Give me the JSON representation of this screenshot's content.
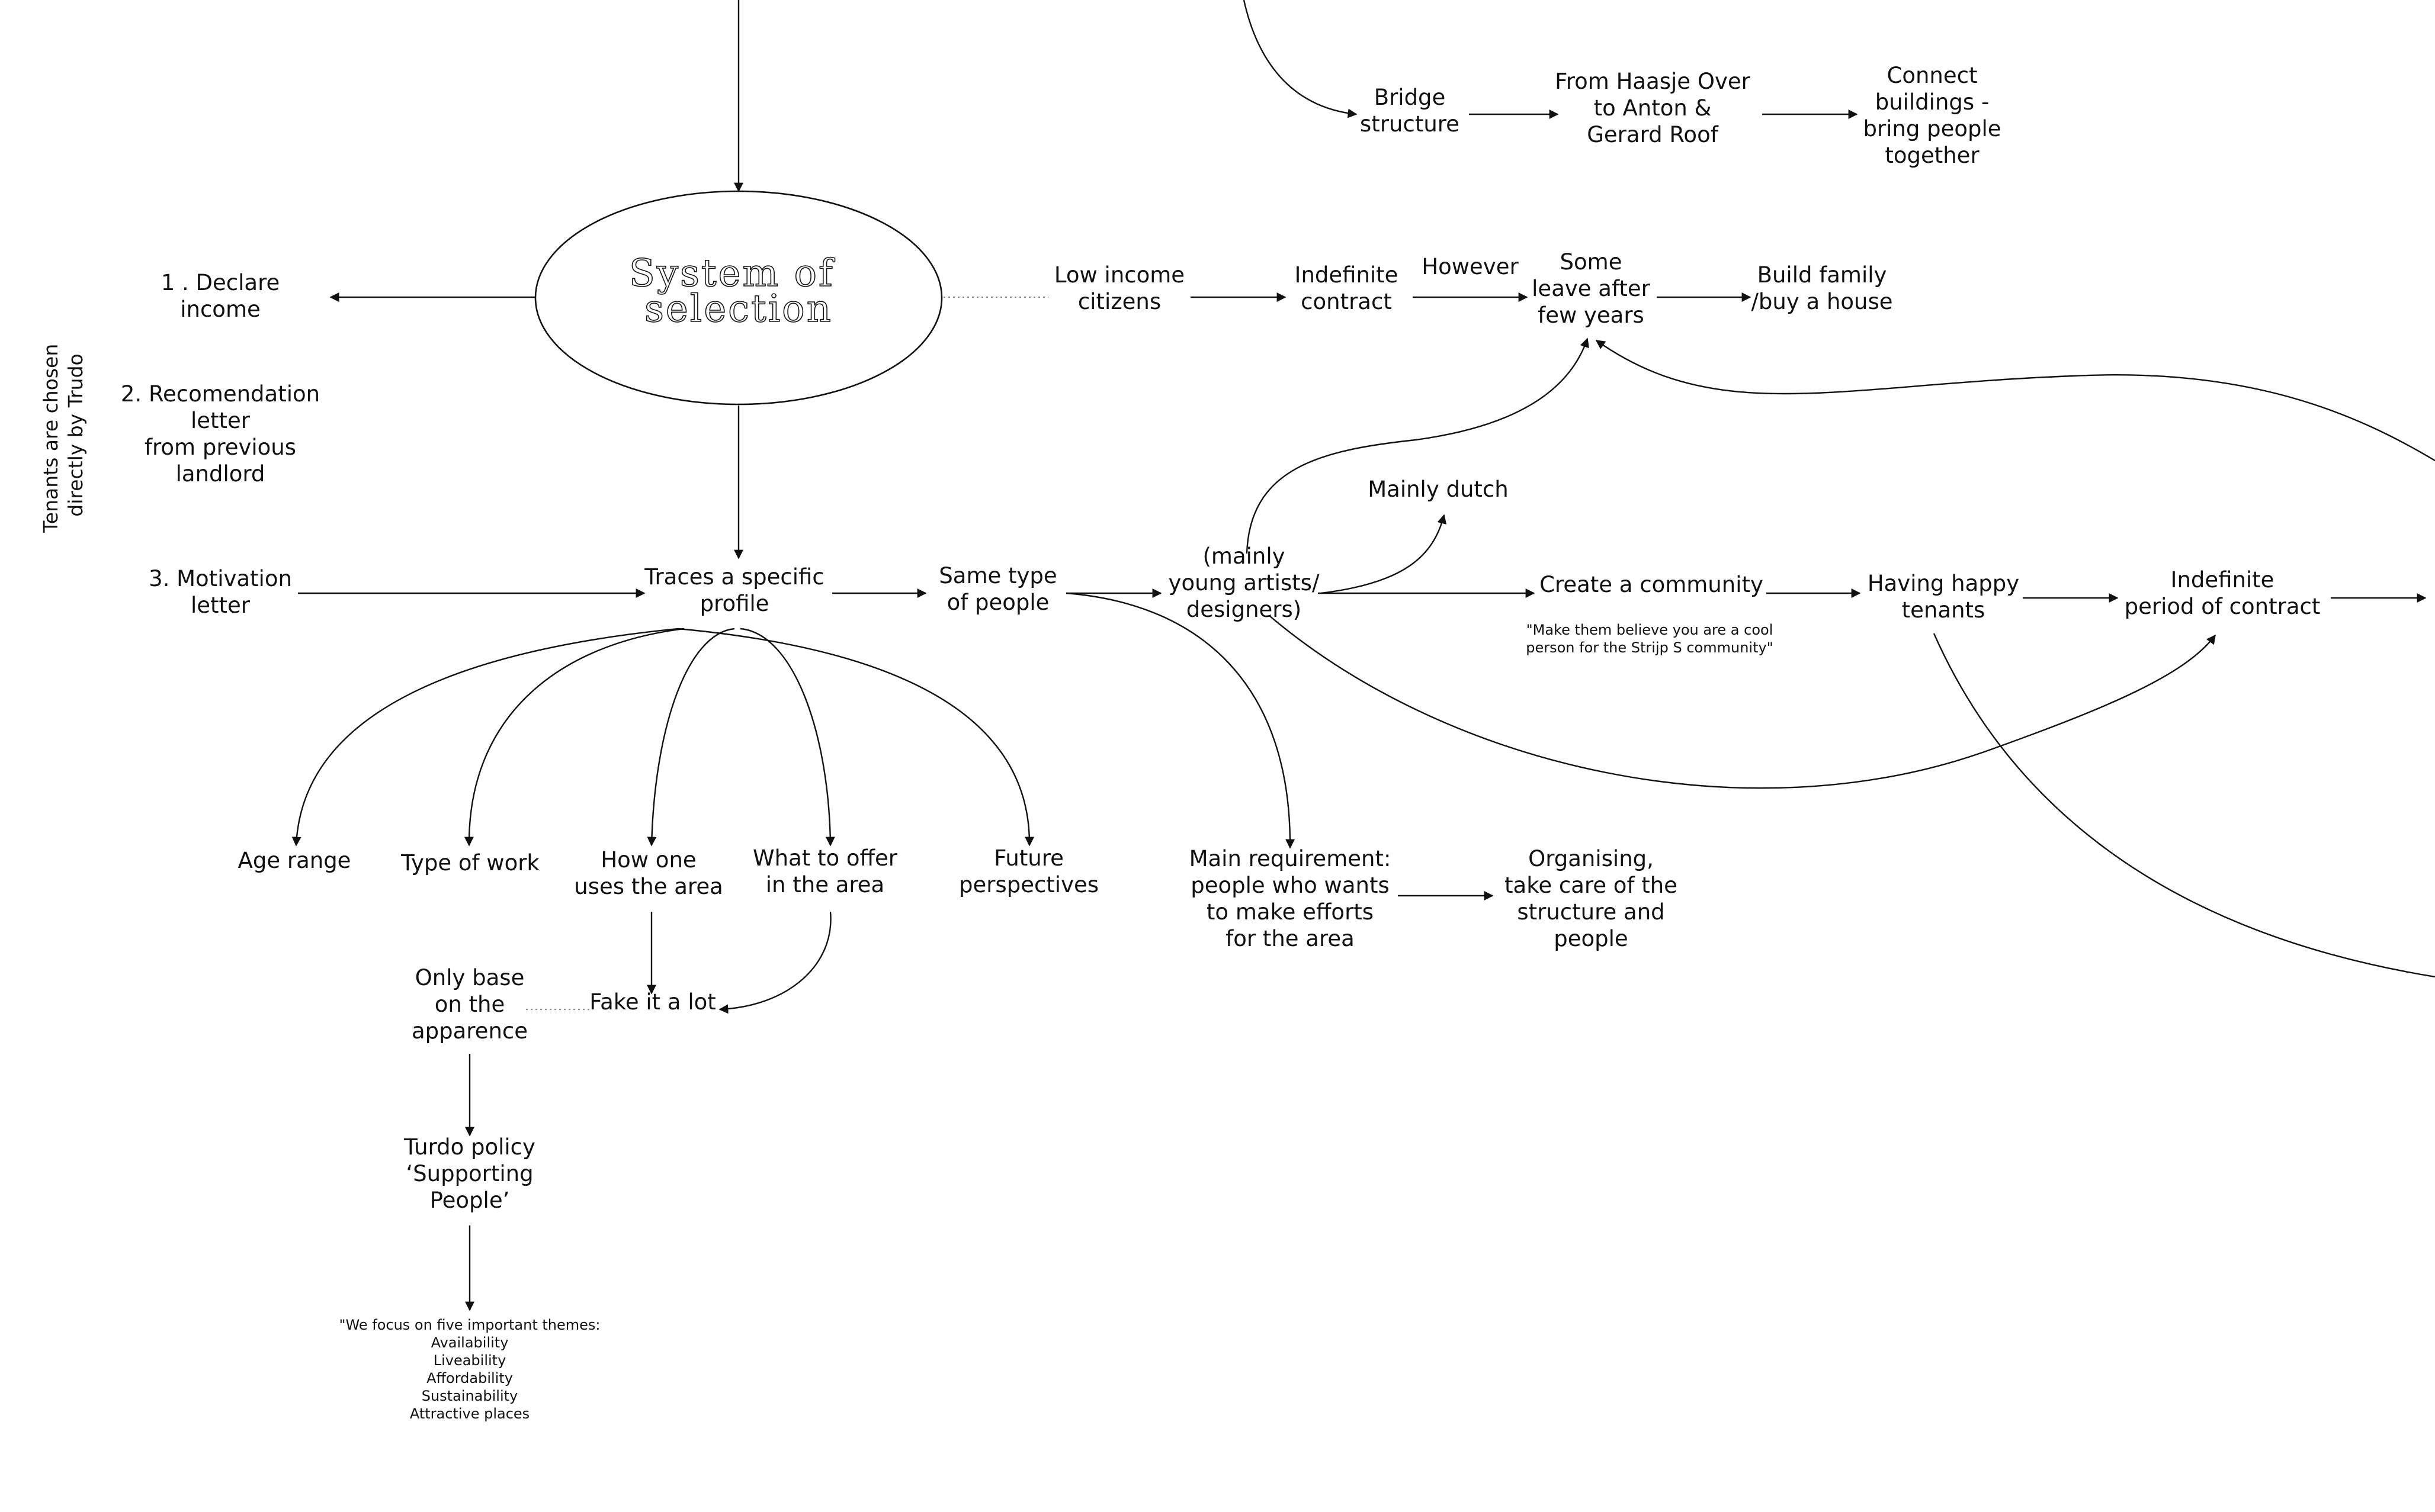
{
  "title": [
    "System of",
    "selection"
  ],
  "side_label": [
    "Tenants are chosen",
    "directly by Trudo"
  ],
  "nodes": {
    "bridge": [
      "Bridge",
      "structure"
    ],
    "haasje": [
      "From Haasje Over",
      "to Anton &",
      "Gerard Roof"
    ],
    "connect": [
      "Connect",
      "buildings -",
      "bring people",
      "together"
    ],
    "declare": [
      "1 . Declare",
      "income"
    ],
    "recommendation": [
      "2. Recomendation",
      "letter",
      "from previous",
      "landlord"
    ],
    "motivation": [
      "3. Motivation",
      "letter"
    ],
    "low_income": [
      "Low income",
      "citizens"
    ],
    "indef_contract": [
      "Indefinite",
      "contract"
    ],
    "however": [
      "However"
    ],
    "some_leave": [
      "Some",
      "leave after",
      "few years"
    ],
    "build_family": [
      "Build family",
      "/buy a house"
    ],
    "mainly_dutch": [
      "Mainly dutch"
    ],
    "traces": [
      "Traces a specific",
      "profile"
    ],
    "same_type": [
      "Same type",
      "of people"
    ],
    "artists": [
      "(mainly",
      "young artists/",
      "designers)"
    ],
    "community": [
      "Create a community"
    ],
    "happy": [
      "Having happy",
      "tenants"
    ],
    "indef_period": [
      "Indefinite",
      "period of contract"
    ],
    "community_quote": [
      "\"Make them believe you are a cool",
      "person for the Strijp S community\""
    ],
    "age": [
      "Age range"
    ],
    "work": [
      "Type of work"
    ],
    "uses": [
      "How one",
      "uses the area"
    ],
    "offer": [
      "What to offer",
      "in the area"
    ],
    "future": [
      "Future",
      "perspectives"
    ],
    "requirement": [
      "Main requirement:",
      "people who wants",
      "to make efforts",
      "for the area"
    ],
    "organising": [
      "Organising,",
      "take care of the",
      "structure and",
      "people"
    ],
    "appearance": [
      "Only base",
      "on the",
      "apparence"
    ],
    "fake": [
      "Fake it a lot"
    ],
    "policy": [
      "Turdo policy",
      "‘Supporting",
      "People’"
    ],
    "themes_quote": [
      "\"We focus on five important themes:",
      "Availability",
      "Liveability",
      "Affordability",
      "Sustainability",
      "Attractive places"
    ]
  }
}
